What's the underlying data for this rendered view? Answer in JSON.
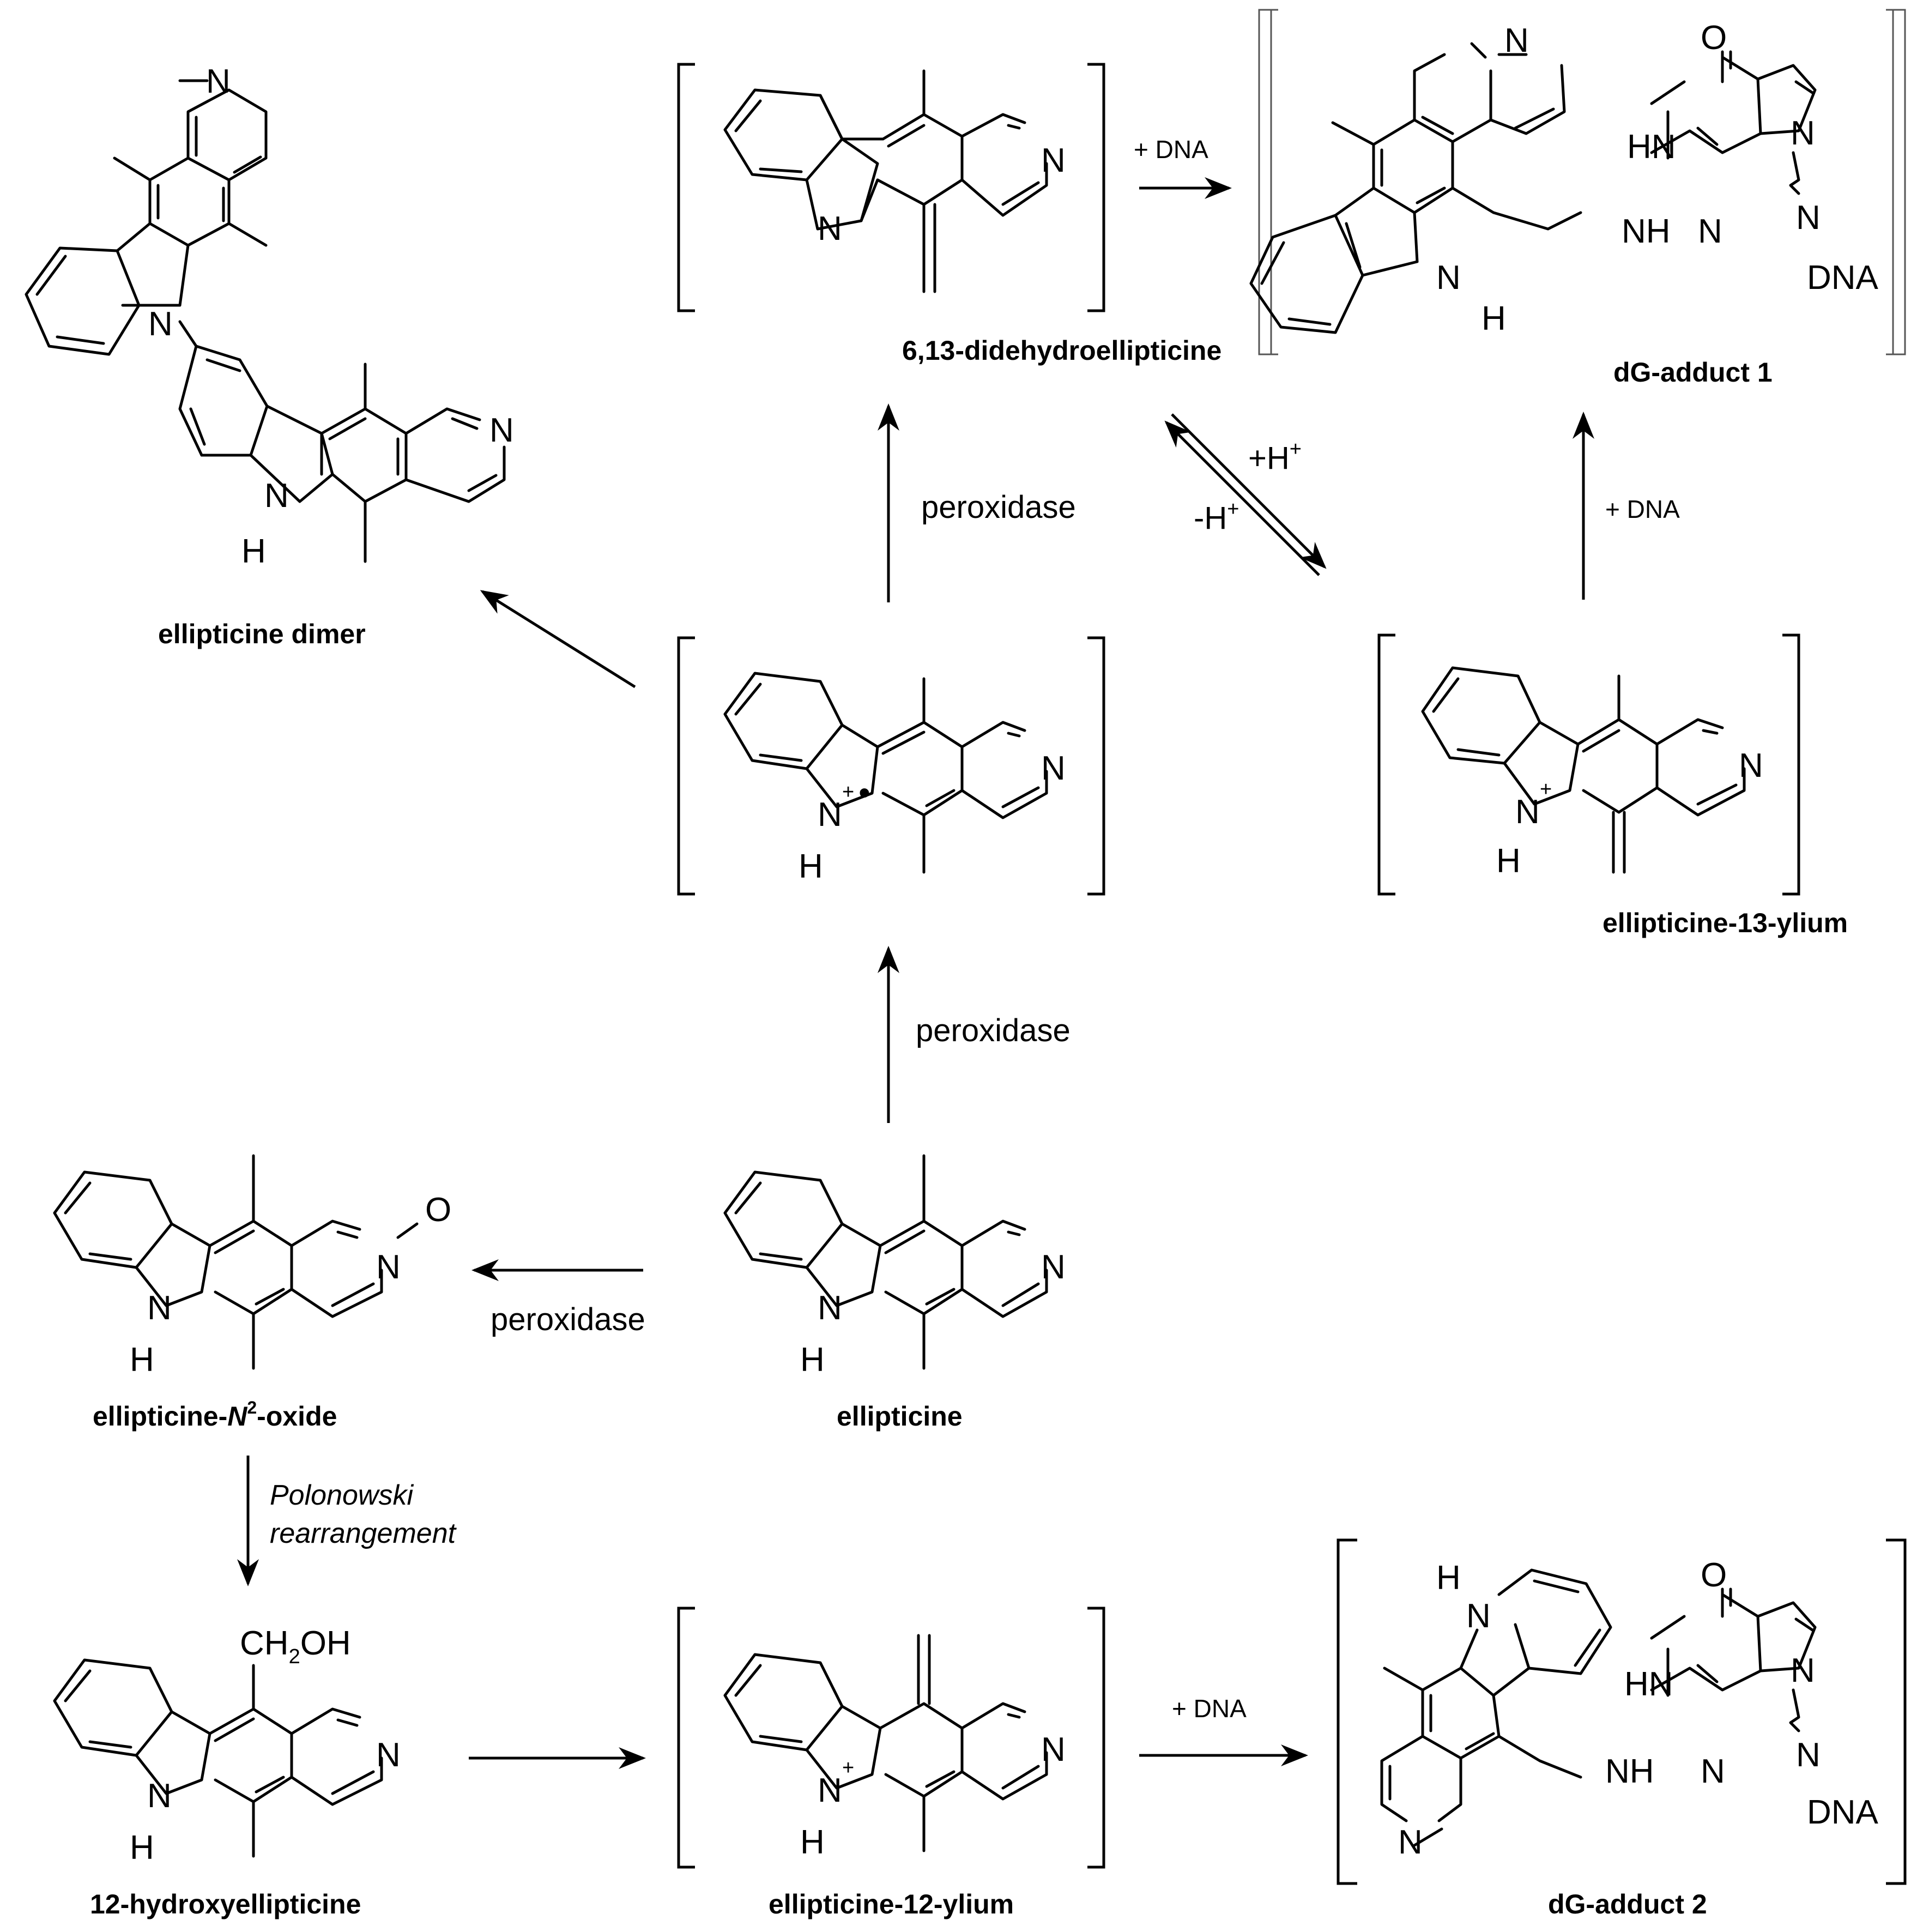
{
  "compounds": {
    "dimer": "ellipticine dimer",
    "didehydro": "6,13-didehydroellipticine",
    "dg1": "dG-adduct 1",
    "ylium13": "ellipticine-13-ylium",
    "noxide_pre": "ellipticine-",
    "noxide_N": "N",
    "noxide_sup": "2",
    "noxide_post": "-oxide",
    "ellipticine": "ellipticine",
    "hydroxy": "12-hydroxyellipticine",
    "ylium12": "ellipticine-12-ylium",
    "dg2": "dG-adduct 2"
  },
  "conditions": {
    "peroxidase_1": "peroxidase",
    "peroxidase_2": "peroxidase",
    "peroxidase_3": "peroxidase",
    "plus_dna_1": "+ DNA",
    "plus_dna_2": "+ DNA",
    "plus_dna_3": "+ DNA",
    "plus_h": "+H",
    "minus_h": "-H",
    "h_charge": "+",
    "polonowski_1": "Polonowski",
    "polonowski_2": "rearrangement"
  },
  "atoms": {
    "N": "N",
    "H": "H",
    "O": "O",
    "NH": "NH",
    "HN": "HN",
    "DNA": "DNA",
    "CH2OH_1": "CH",
    "CH2OH_2": "2",
    "CH2OH_3": "OH",
    "plus": "+",
    "radical": "•"
  }
}
